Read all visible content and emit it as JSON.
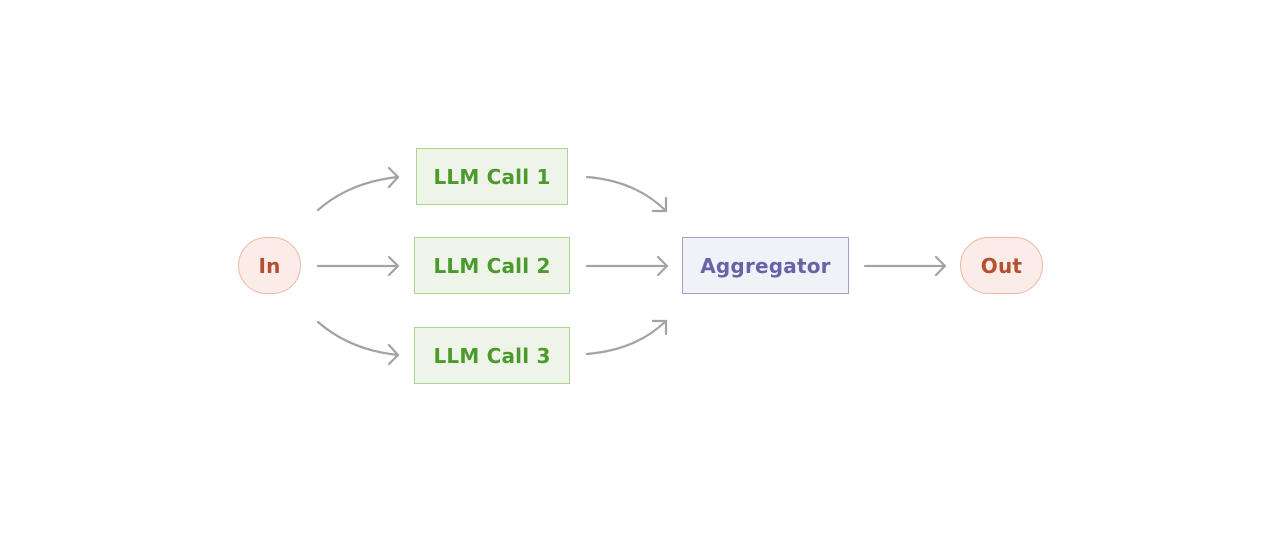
{
  "diagram": {
    "nodes": {
      "input": "In",
      "llm_call_1": "LLM Call 1",
      "llm_call_2": "LLM Call 2",
      "llm_call_3": "LLM Call 3",
      "aggregator": "Aggregator",
      "output": "Out"
    },
    "edges": [
      {
        "from": "input",
        "to": "llm_call_1"
      },
      {
        "from": "input",
        "to": "llm_call_2"
      },
      {
        "from": "input",
        "to": "llm_call_3"
      },
      {
        "from": "llm_call_1",
        "to": "aggregator"
      },
      {
        "from": "llm_call_2",
        "to": "aggregator"
      },
      {
        "from": "llm_call_3",
        "to": "aggregator"
      },
      {
        "from": "aggregator",
        "to": "output"
      }
    ],
    "colors": {
      "io_fill": "#fbece8",
      "io_border": "#efb7a6",
      "io_text": "#b4502f",
      "llm_fill": "#eef5e8",
      "llm_border": "#a9d596",
      "llm_text": "#4c9a2e",
      "aggregator_fill": "#f1f1f8",
      "aggregator_border": "#a39ed0",
      "aggregator_text": "#6a62a8",
      "arrow": "#a3a3a3"
    }
  }
}
